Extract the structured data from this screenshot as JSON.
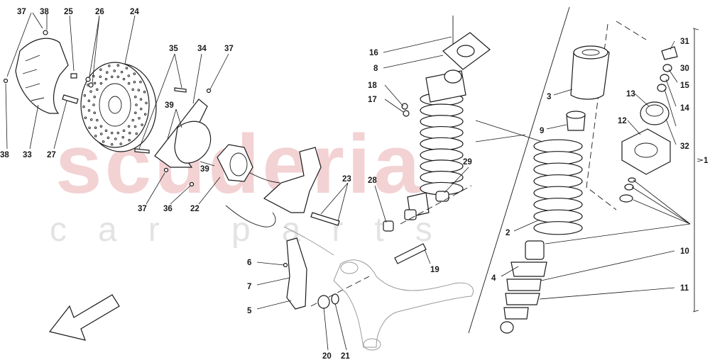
{
  "watermark": {
    "brand": "scuderia",
    "subtitle": "car parts"
  },
  "callouts": [
    {
      "id": "c37a",
      "label": "37"
    },
    {
      "id": "c38a",
      "label": "38"
    },
    {
      "id": "c25",
      "label": "25"
    },
    {
      "id": "c26",
      "label": "26"
    },
    {
      "id": "c24",
      "label": "24"
    },
    {
      "id": "c35",
      "label": "35"
    },
    {
      "id": "c34",
      "label": "34"
    },
    {
      "id": "c37b",
      "label": "37"
    },
    {
      "id": "c39a",
      "label": "39"
    },
    {
      "id": "c39b",
      "label": "39"
    },
    {
      "id": "c38b",
      "label": "38"
    },
    {
      "id": "c33",
      "label": "33"
    },
    {
      "id": "c27",
      "label": "27"
    },
    {
      "id": "c37c",
      "label": "37"
    },
    {
      "id": "c36",
      "label": "36"
    },
    {
      "id": "c22",
      "label": "22"
    },
    {
      "id": "c16",
      "label": "16"
    },
    {
      "id": "c8",
      "label": "8"
    },
    {
      "id": "c18",
      "label": "18"
    },
    {
      "id": "c17",
      "label": "17"
    },
    {
      "id": "c29",
      "label": "29"
    },
    {
      "id": "c28",
      "label": "28"
    },
    {
      "id": "c23",
      "label": "23"
    },
    {
      "id": "c19",
      "label": "19"
    },
    {
      "id": "c6",
      "label": "6"
    },
    {
      "id": "c7",
      "label": "7"
    },
    {
      "id": "c5",
      "label": "5"
    },
    {
      "id": "c20",
      "label": "20"
    },
    {
      "id": "c21",
      "label": "21"
    },
    {
      "id": "c3",
      "label": "3"
    },
    {
      "id": "c9",
      "label": "9"
    },
    {
      "id": "c2",
      "label": "2"
    },
    {
      "id": "c4",
      "label": "4"
    },
    {
      "id": "c31",
      "label": "31"
    },
    {
      "id": "c30",
      "label": "30"
    },
    {
      "id": "c15",
      "label": "15"
    },
    {
      "id": "c13",
      "label": "13"
    },
    {
      "id": "c14",
      "label": "14"
    },
    {
      "id": "c12",
      "label": "12"
    },
    {
      "id": "c32",
      "label": "32"
    },
    {
      "id": "c1",
      "label": "1"
    },
    {
      "id": "c10",
      "label": "10"
    },
    {
      "id": "c11",
      "label": "11"
    }
  ]
}
